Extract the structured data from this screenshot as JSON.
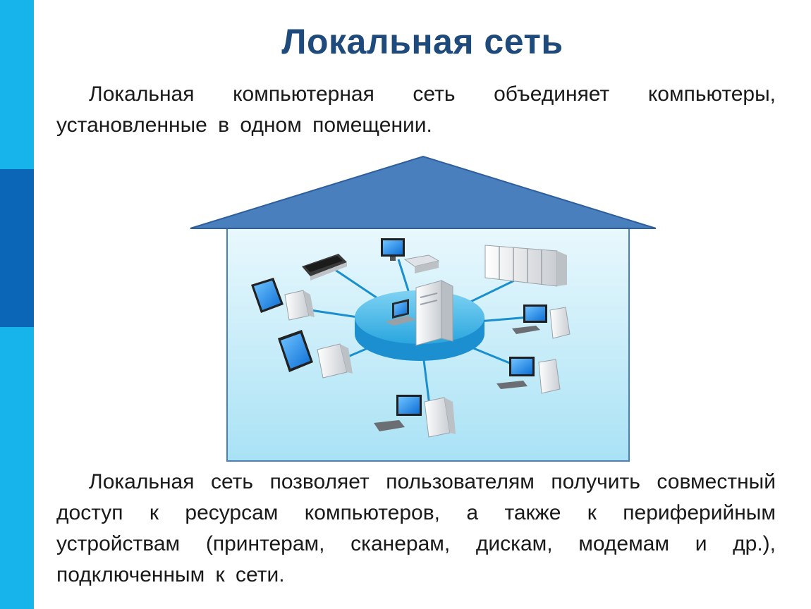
{
  "slide": {
    "title": "Локальная сеть",
    "paragraph_1": "Локальная компьютерная сеть объединяет компьютеры, установленные в одном помещении.",
    "paragraph_2": "Локальная сеть позволяет пользователям получить совместный доступ к ресурсам компьютеров, а также к периферийным устройствам (принтерам, сканерам, дискам, модемам и др.), подключенным к сети."
  },
  "colors": {
    "sidebar_light": "#16b4ea",
    "sidebar_dark": "#0b66b8",
    "title": "#1f4a7c",
    "roof": "#4a7fbe",
    "room_top": "#e9f8fd",
    "room_bottom": "#a9e2f5",
    "hub": "#29a9e0",
    "cable": "#1a8fd0"
  },
  "diagram": {
    "icons": [
      "house-roof",
      "room-wall",
      "network-hub-icon",
      "server-tower-icon",
      "laptop-icon",
      "scanner-icon",
      "monitor-icon",
      "tape-library-icon",
      "desktop-pc-icon"
    ]
  }
}
